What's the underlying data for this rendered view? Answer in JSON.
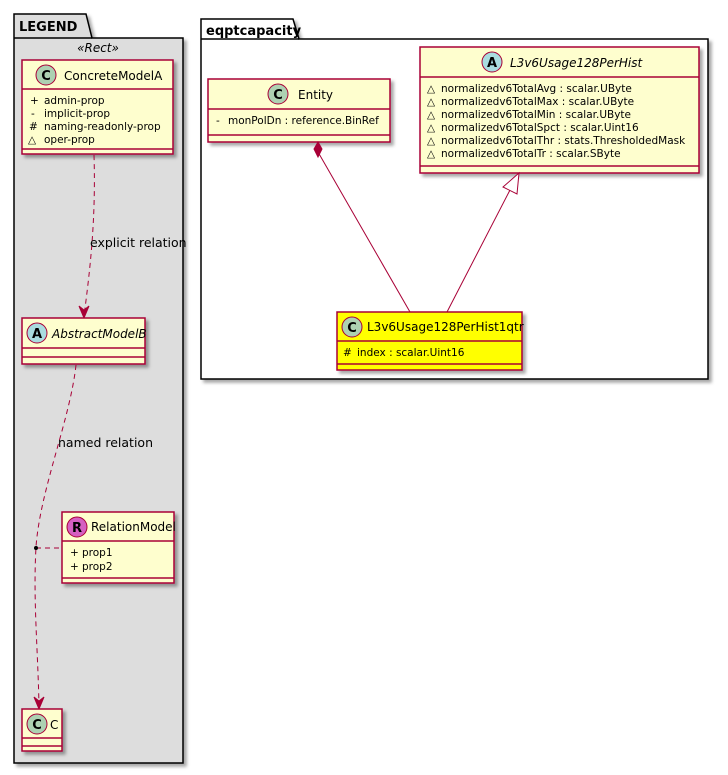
{
  "legend": {
    "title": "LEGEND",
    "stereotype": "«Rect»",
    "concrete": {
      "name": "ConcreteModelA",
      "attrs": [
        {
          "vis": "+",
          "text": "admin-prop"
        },
        {
          "vis": "-",
          "text": "implicit-prop"
        },
        {
          "vis": "#",
          "text": "naming-readonly-prop"
        },
        {
          "vis": "~",
          "text": "oper-prop"
        }
      ]
    },
    "abstract": {
      "name": "AbstractModelB"
    },
    "relation": {
      "name": "RelationModel",
      "attrs": [
        {
          "vis": "+",
          "text": "prop1"
        },
        {
          "vis": "+",
          "text": "prop2"
        }
      ]
    },
    "c": {
      "name": "C"
    },
    "explicit_label": "explicit relation",
    "named_label": "named relation"
  },
  "package": {
    "title": "eqptcapacity",
    "entity": {
      "name": "Entity",
      "attrs": [
        {
          "vis": "-",
          "text": "monPolDn : reference.BinRef"
        }
      ]
    },
    "hist": {
      "name": "L3v6Usage128PerHist",
      "attrs": [
        {
          "vis": "~",
          "text": "normalizedv6TotalAvg : scalar.UByte"
        },
        {
          "vis": "~",
          "text": "normalizedv6TotalMax : scalar.UByte"
        },
        {
          "vis": "~",
          "text": "normalizedv6TotalMin : scalar.UByte"
        },
        {
          "vis": "~",
          "text": "normalizedv6TotalSpct : scalar.Uint16"
        },
        {
          "vis": "~",
          "text": "normalizedv6TotalThr : stats.ThresholdedMask"
        },
        {
          "vis": "~",
          "text": "normalizedv6TotalTr : scalar.SByte"
        }
      ]
    },
    "qtr": {
      "name": "L3v6Usage128PerHist1qtr",
      "attrs": [
        {
          "vis": "#",
          "text": "index : scalar.Uint16"
        }
      ]
    }
  },
  "colors": {
    "class_fill": "#FEFECE",
    "class_border": "#A80036",
    "highlight_fill": "#FFFF00",
    "legend_fill": "#DDDDDD",
    "circle_c": "#ADD1B2",
    "circle_a": "#A9DCDF",
    "circle_r": "#D55FC1"
  }
}
